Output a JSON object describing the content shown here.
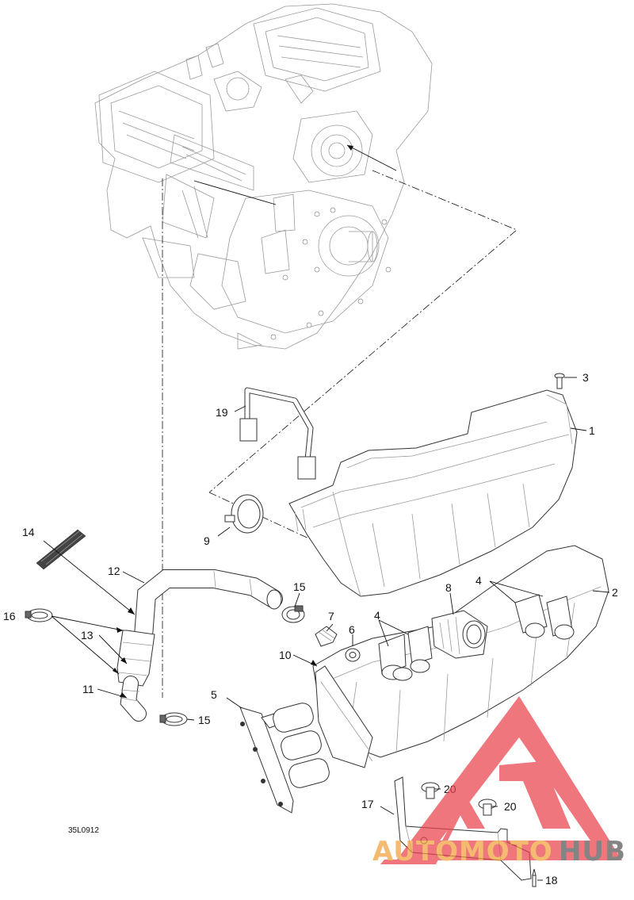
{
  "diagram_code": "35L0912",
  "callouts": {
    "c1": "1",
    "c2": "2",
    "c3": "3",
    "c4a": "4",
    "c4b": "4",
    "c5": "5",
    "c6": "6",
    "c7": "7",
    "c8": "8",
    "c9": "9",
    "c10": "10",
    "c11": "11",
    "c12": "12",
    "c13": "13",
    "c14": "14",
    "c15a": "15",
    "c15b": "15",
    "c16": "16",
    "c17": "17",
    "c18": "18",
    "c19": "19",
    "c20a": "20",
    "c20b": "20"
  },
  "watermark": {
    "text_main": "AUTOMOTO",
    "text_end": "HUB",
    "color_primary": "#e8424a",
    "color_text_main": "#f0a13a",
    "color_text_end": "#555555"
  }
}
